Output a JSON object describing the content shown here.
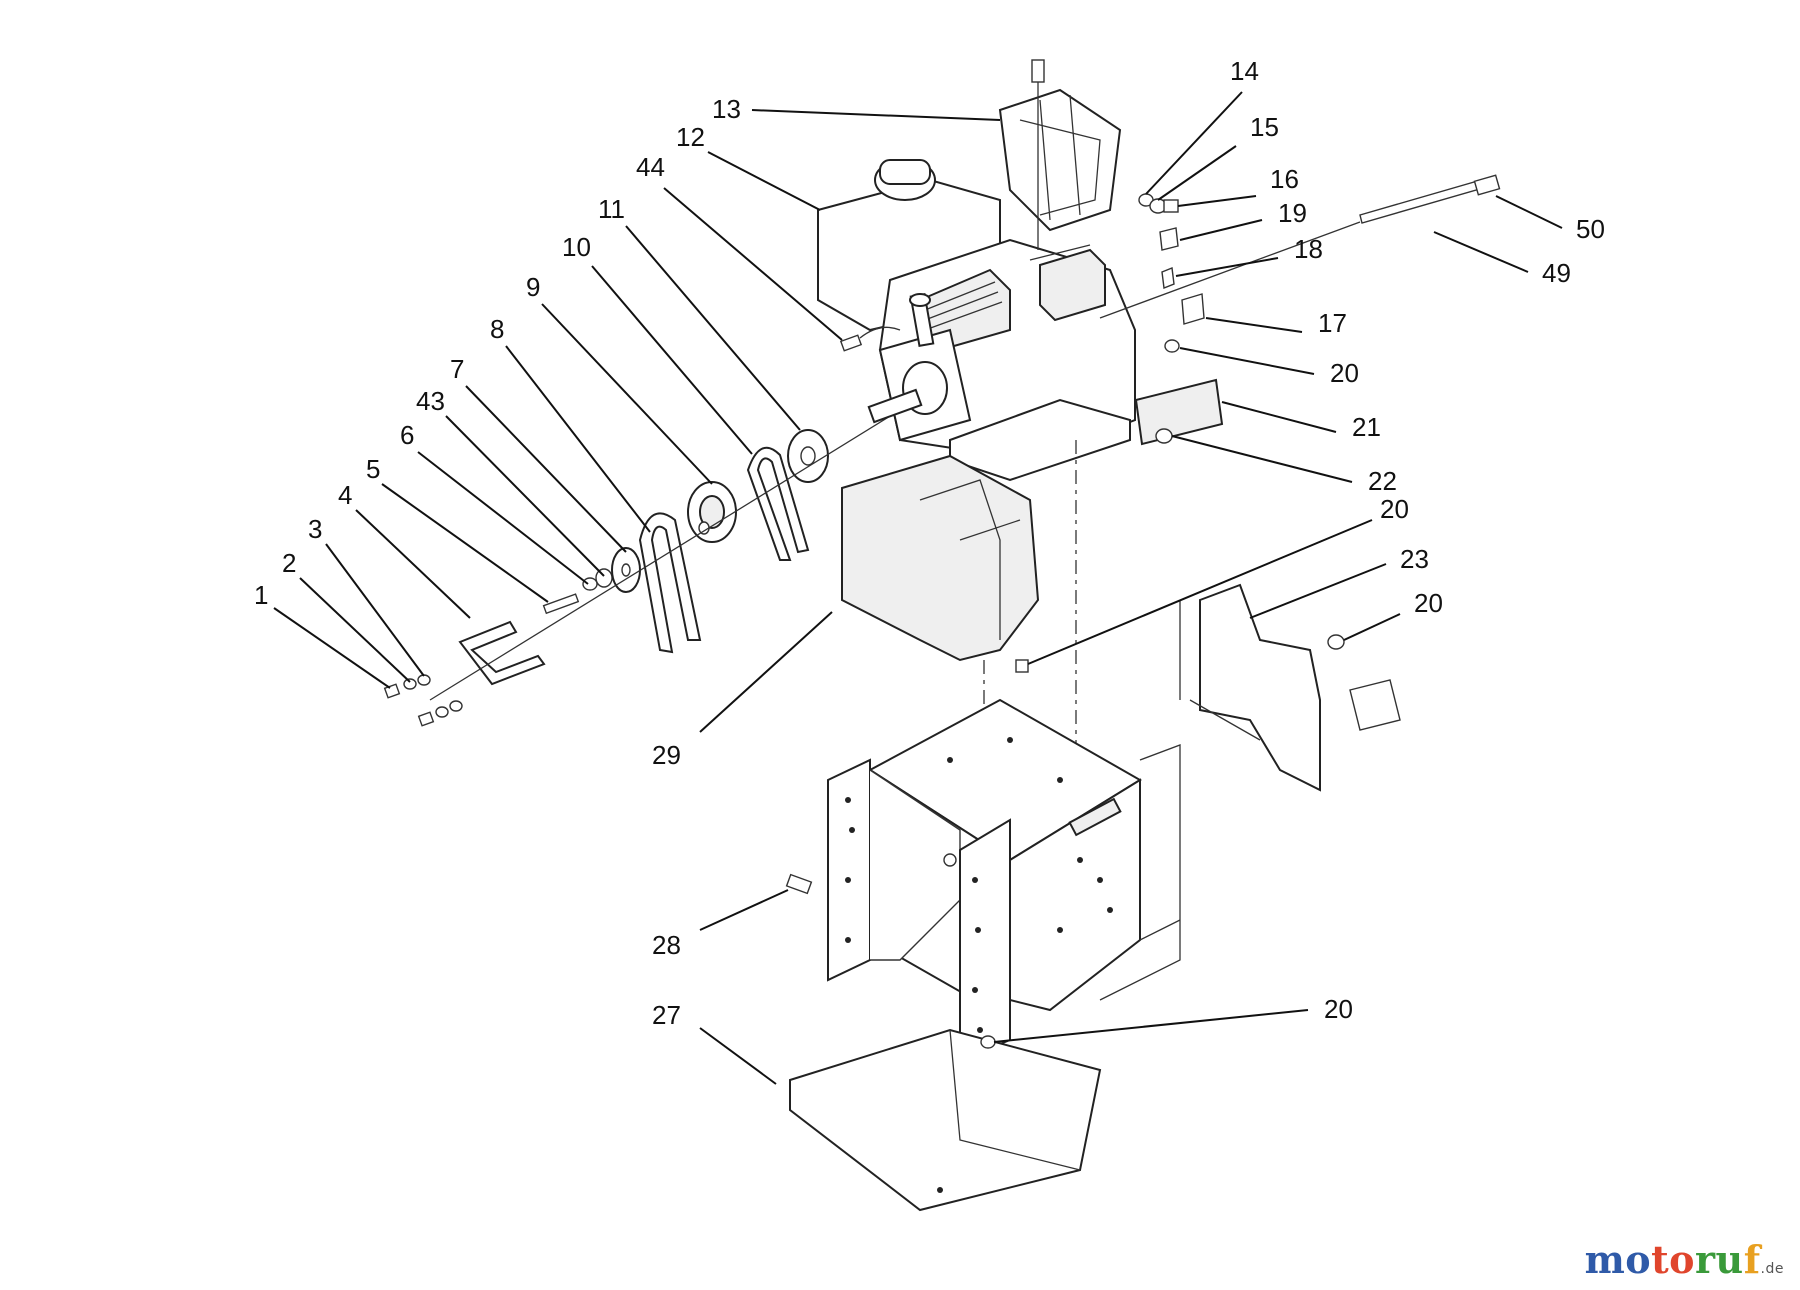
{
  "callouts": [
    {
      "id": "c1",
      "text": "1"
    },
    {
      "id": "c2",
      "text": "2"
    },
    {
      "id": "c3",
      "text": "3"
    },
    {
      "id": "c4",
      "text": "4"
    },
    {
      "id": "c5",
      "text": "5"
    },
    {
      "id": "c6",
      "text": "6"
    },
    {
      "id": "c43",
      "text": "43"
    },
    {
      "id": "c7",
      "text": "7"
    },
    {
      "id": "c8",
      "text": "8"
    },
    {
      "id": "c9",
      "text": "9"
    },
    {
      "id": "c10",
      "text": "10"
    },
    {
      "id": "c11",
      "text": "11"
    },
    {
      "id": "c44",
      "text": "44"
    },
    {
      "id": "c12",
      "text": "12"
    },
    {
      "id": "c13",
      "text": "13"
    },
    {
      "id": "c14",
      "text": "14"
    },
    {
      "id": "c15",
      "text": "15"
    },
    {
      "id": "c16",
      "text": "16"
    },
    {
      "id": "c19",
      "text": "19"
    },
    {
      "id": "c18",
      "text": "18"
    },
    {
      "id": "c17",
      "text": "17"
    },
    {
      "id": "c20a",
      "text": "20"
    },
    {
      "id": "c21",
      "text": "21"
    },
    {
      "id": "c22",
      "text": "22"
    },
    {
      "id": "c20b",
      "text": "20"
    },
    {
      "id": "c23",
      "text": "23"
    },
    {
      "id": "c20c",
      "text": "20"
    },
    {
      "id": "c50",
      "text": "50"
    },
    {
      "id": "c49",
      "text": "49"
    },
    {
      "id": "c29",
      "text": "29"
    },
    {
      "id": "c28",
      "text": "28"
    },
    {
      "id": "c27",
      "text": "27"
    },
    {
      "id": "c20d",
      "text": "20"
    }
  ],
  "watermark": {
    "parts": [
      "mo",
      "to",
      "ru",
      "f"
    ],
    "suffix": ".de"
  }
}
